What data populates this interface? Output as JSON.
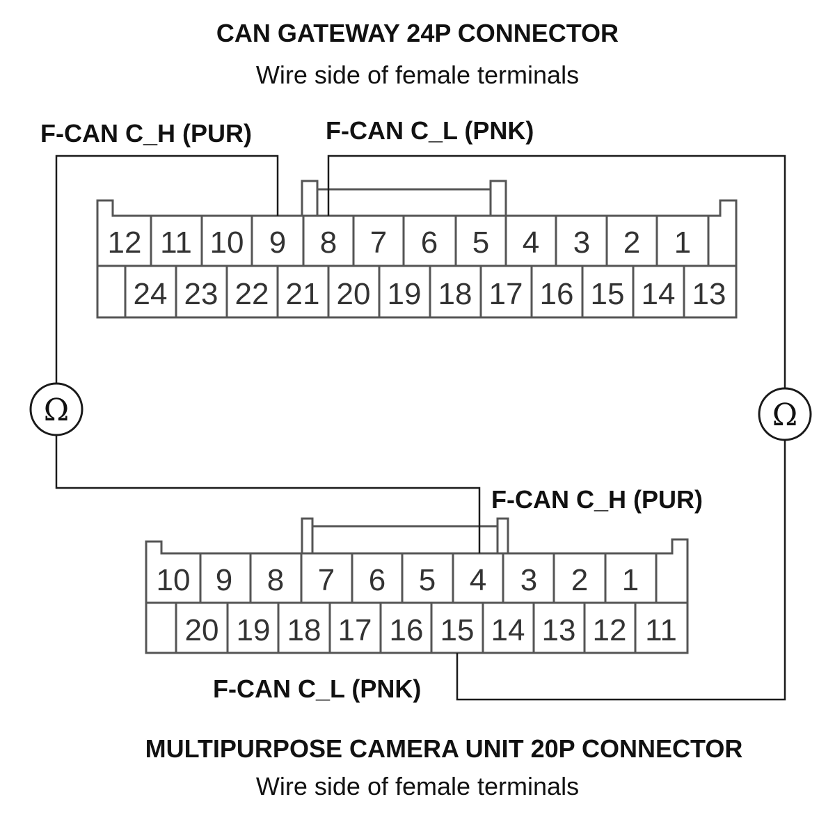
{
  "top_connector": {
    "title": "CAN GATEWAY 24P CONNECTOR",
    "subtitle": "Wire side of female terminals",
    "row1": [
      "12",
      "11",
      "10",
      "9",
      "8",
      "7",
      "6",
      "5",
      "4",
      "3",
      "2",
      "1"
    ],
    "row2": [
      "24",
      "23",
      "22",
      "21",
      "20",
      "19",
      "18",
      "17",
      "16",
      "15",
      "14",
      "13"
    ],
    "label_h": "F-CAN C_H (PUR)",
    "label_l": "F-CAN C_L (PNK)"
  },
  "bottom_connector": {
    "title": "MULTIPURPOSE CAMERA UNIT 20P CONNECTOR",
    "subtitle": "Wire side of female terminals",
    "row1": [
      "10",
      "9",
      "8",
      "7",
      "6",
      "5",
      "4",
      "3",
      "2",
      "1"
    ],
    "row2": [
      "20",
      "19",
      "18",
      "17",
      "16",
      "15",
      "14",
      "13",
      "12",
      "11"
    ],
    "label_h": "F-CAN C_H (PUR)",
    "label_l": "F-CAN C_L (PNK)"
  },
  "meter_symbol": "Ω",
  "colors": {
    "line": "#1a1a1a",
    "cell": "#555555",
    "text": "#111111"
  }
}
